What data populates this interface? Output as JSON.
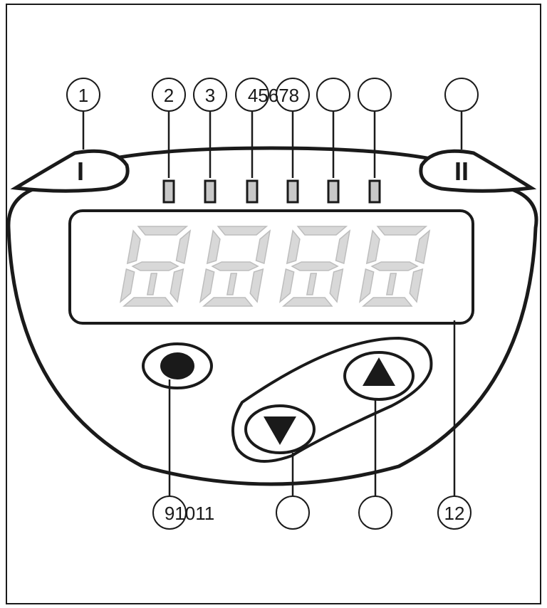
{
  "callouts": {
    "top_1": "1",
    "top_2": "2",
    "top_3": "3",
    "top_4": "45678",
    "top_5": "",
    "top_6": "",
    "top_7": "",
    "bottom_1": "91011",
    "bottom_2": "",
    "bottom_3": "",
    "bottom_4": "12"
  },
  "housing_marks": {
    "left": "I",
    "right": "II"
  },
  "display": {
    "digits": 4,
    "segment_color": "#d8d8d8"
  },
  "leds": {
    "count": 6,
    "color": "#c8c8c8"
  },
  "buttons": {
    "set": "filled-circle",
    "down": "down-triangle",
    "up": "up-triangle"
  },
  "colors": {
    "line": "#1a1a1a",
    "background": "#ffffff"
  }
}
